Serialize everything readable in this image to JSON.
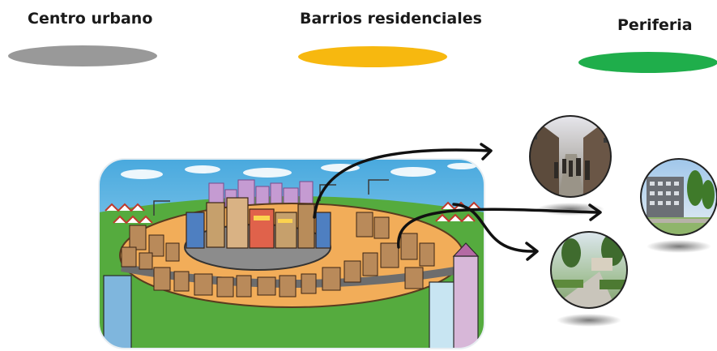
{
  "zones": [
    {
      "label": "Centro urbano",
      "color": "#999999"
    },
    {
      "label": "Barrios residenciales",
      "color": "#f7b80f"
    },
    {
      "label": "Periferia",
      "color": "#1fae4b"
    }
  ],
  "photos": [
    {
      "subject": "pedestrian street in city centre"
    },
    {
      "subject": "residential street with houses and trees"
    },
    {
      "subject": "modern apartment blocks on the periphery"
    }
  ]
}
